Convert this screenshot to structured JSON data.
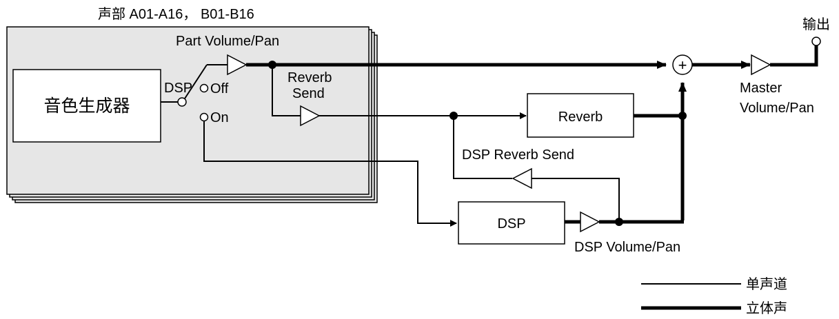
{
  "labels": {
    "parts_header": "声部 A01-A16， B01-B16",
    "part_volume_pan": "Part Volume/Pan",
    "tone_generator": "音色生成器",
    "dsp_switch": "DSP",
    "switch_off": "Off",
    "switch_on": "On",
    "reverb_send_line1": "Reverb",
    "reverb_send_line2": "Send",
    "reverb_block": "Reverb",
    "dsp_reverb_send": "DSP Reverb Send",
    "dsp_block": "DSP",
    "dsp_volume_pan": "DSP Volume/Pan",
    "master_line1": "Master",
    "master_line2": "Volume/Pan",
    "output": "输出",
    "mixer_symbol": "+"
  },
  "legend": {
    "mono": "单声道",
    "stereo": "立体声"
  },
  "colors": {
    "line": "#000000",
    "panel_fill": "#e6e6e6",
    "background": "#ffffff"
  }
}
